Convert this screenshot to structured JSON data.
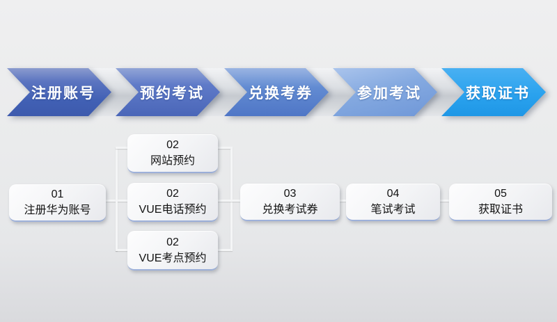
{
  "diagram_title": "certification-exam-process-flow",
  "process_arrows": {
    "items": [
      {
        "label": "注册账号",
        "color_top": "#8b9bce",
        "color_bottom": "#3d5aad"
      },
      {
        "label": "预约考试",
        "color_top": "#92a5d6",
        "color_bottom": "#4a66b8"
      },
      {
        "label": "兑换考券",
        "color_top": "#9ab4e2",
        "color_bottom": "#4f76c6"
      },
      {
        "label": "参加考试",
        "color_top": "#aac4ec",
        "color_bottom": "#6f97d8"
      },
      {
        "label": "获取证书",
        "color_top": "#49b0f2",
        "color_bottom": "#1f97e6"
      }
    ]
  },
  "flow_boxes": {
    "step1": {
      "number": "01",
      "label": "注册华为账号"
    },
    "step2_options": [
      {
        "number": "02",
        "label": "网站预约"
      },
      {
        "number": "02",
        "label": "VUE电话预约"
      },
      {
        "number": "02",
        "label": "VUE考点预约"
      }
    ],
    "step3": {
      "number": "03",
      "label": "兑换考试券"
    },
    "step4": {
      "number": "04",
      "label": "笔试考试"
    },
    "step5": {
      "number": "05",
      "label": "获取证书"
    }
  },
  "colors": {
    "background_top": "#efeff0",
    "background_bottom": "#d9dadd",
    "arrow_text": "#ffffff",
    "final_arrow_accent": "#2aa2ee",
    "separator_silver": "#c6cad0",
    "box_fill": "#f3f4f6",
    "box_bottom_accent": "#6c89c7",
    "box_text": "#121212",
    "connector_line": "#f4f5f6"
  }
}
